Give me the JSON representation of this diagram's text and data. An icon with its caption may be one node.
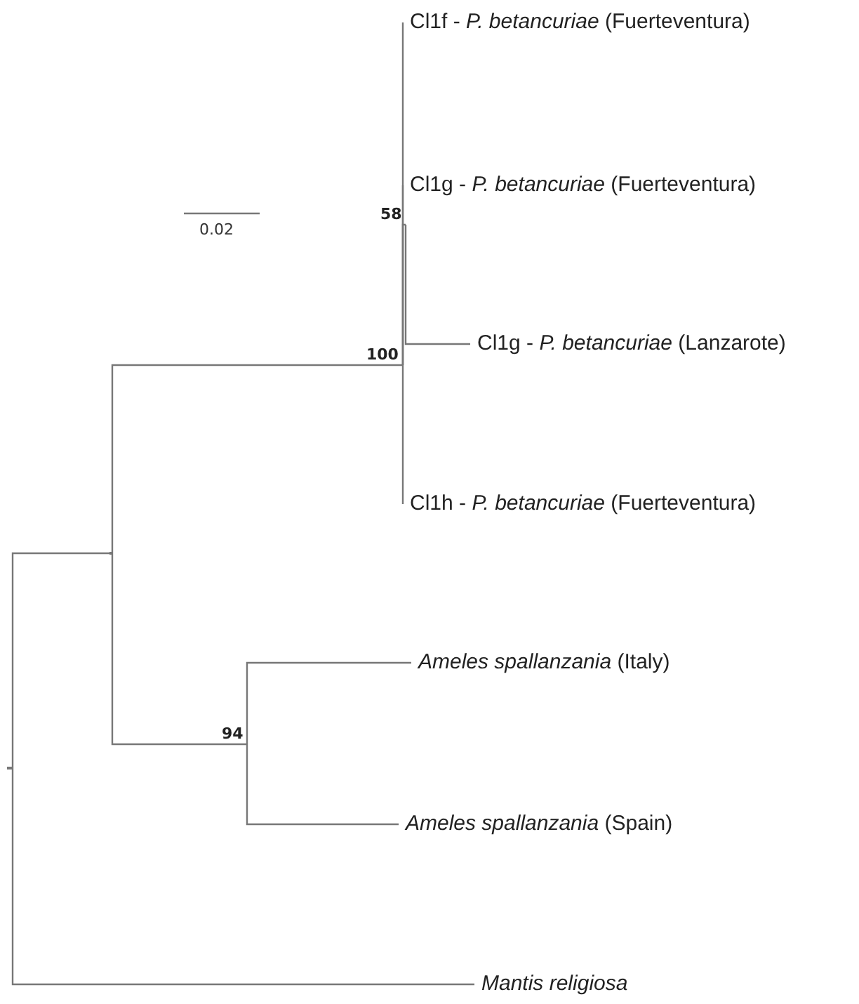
{
  "diagram": {
    "nodes": [
      {
        "text": [],
        "shape": "point"
      },
      {
        "text": [],
        "shape": "point"
      },
      {
        "text": [
          "100"
        ]
      },
      {
        "text": [
          "Cl1f - *P. betancuriae* (Fuerteventura)"
        ]
      },
      {
        "text": [
          "Cl1g - *P. betancuriae* (Fuerteventura)"
        ]
      },
      {
        "text": [
          "58"
        ]
      },
      {
        "text": [
          "Cl1g - *P. betancuriae* (Lanzarote)"
        ]
      },
      {
        "text": [
          "Cl1h - *P. betancuriae* (Fuerteventura)"
        ]
      },
      {
        "text": [
          "94"
        ]
      },
      {
        "text": [
          "*Ameles spallanzania* (Italy)"
        ]
      },
      {
        "text": [
          "*Ameles spallanzania* (Spain)"
        ]
      },
      {
        "text": [
          "*Mantis religiosa*"
        ]
      }
    ],
    "edges": [
      {
        "from": 0,
        "to": 1,
        "arrow": "none"
      },
      {
        "from": 1,
        "to": 2,
        "arrow": "none"
      },
      {
        "from": 2,
        "to": 3,
        "arrow": "none"
      },
      {
        "from": 2,
        "to": 4,
        "arrow": "none"
      },
      {
        "from": 2,
        "to": 5,
        "arrow": "none"
      },
      {
        "from": 5,
        "to": 6,
        "arrow": "none"
      },
      {
        "from": 2,
        "to": 7,
        "arrow": "none"
      },
      {
        "from": 1,
        "to": 8,
        "arrow": "none"
      },
      {
        "from": 8,
        "to": 9,
        "arrow": "none"
      },
      {
        "from": 8,
        "to": 10,
        "arrow": "none"
      },
      {
        "from": 0,
        "to": 11,
        "arrow": "none"
      }
    ],
    "labels": [
      "0.02"
    ]
  }
}
